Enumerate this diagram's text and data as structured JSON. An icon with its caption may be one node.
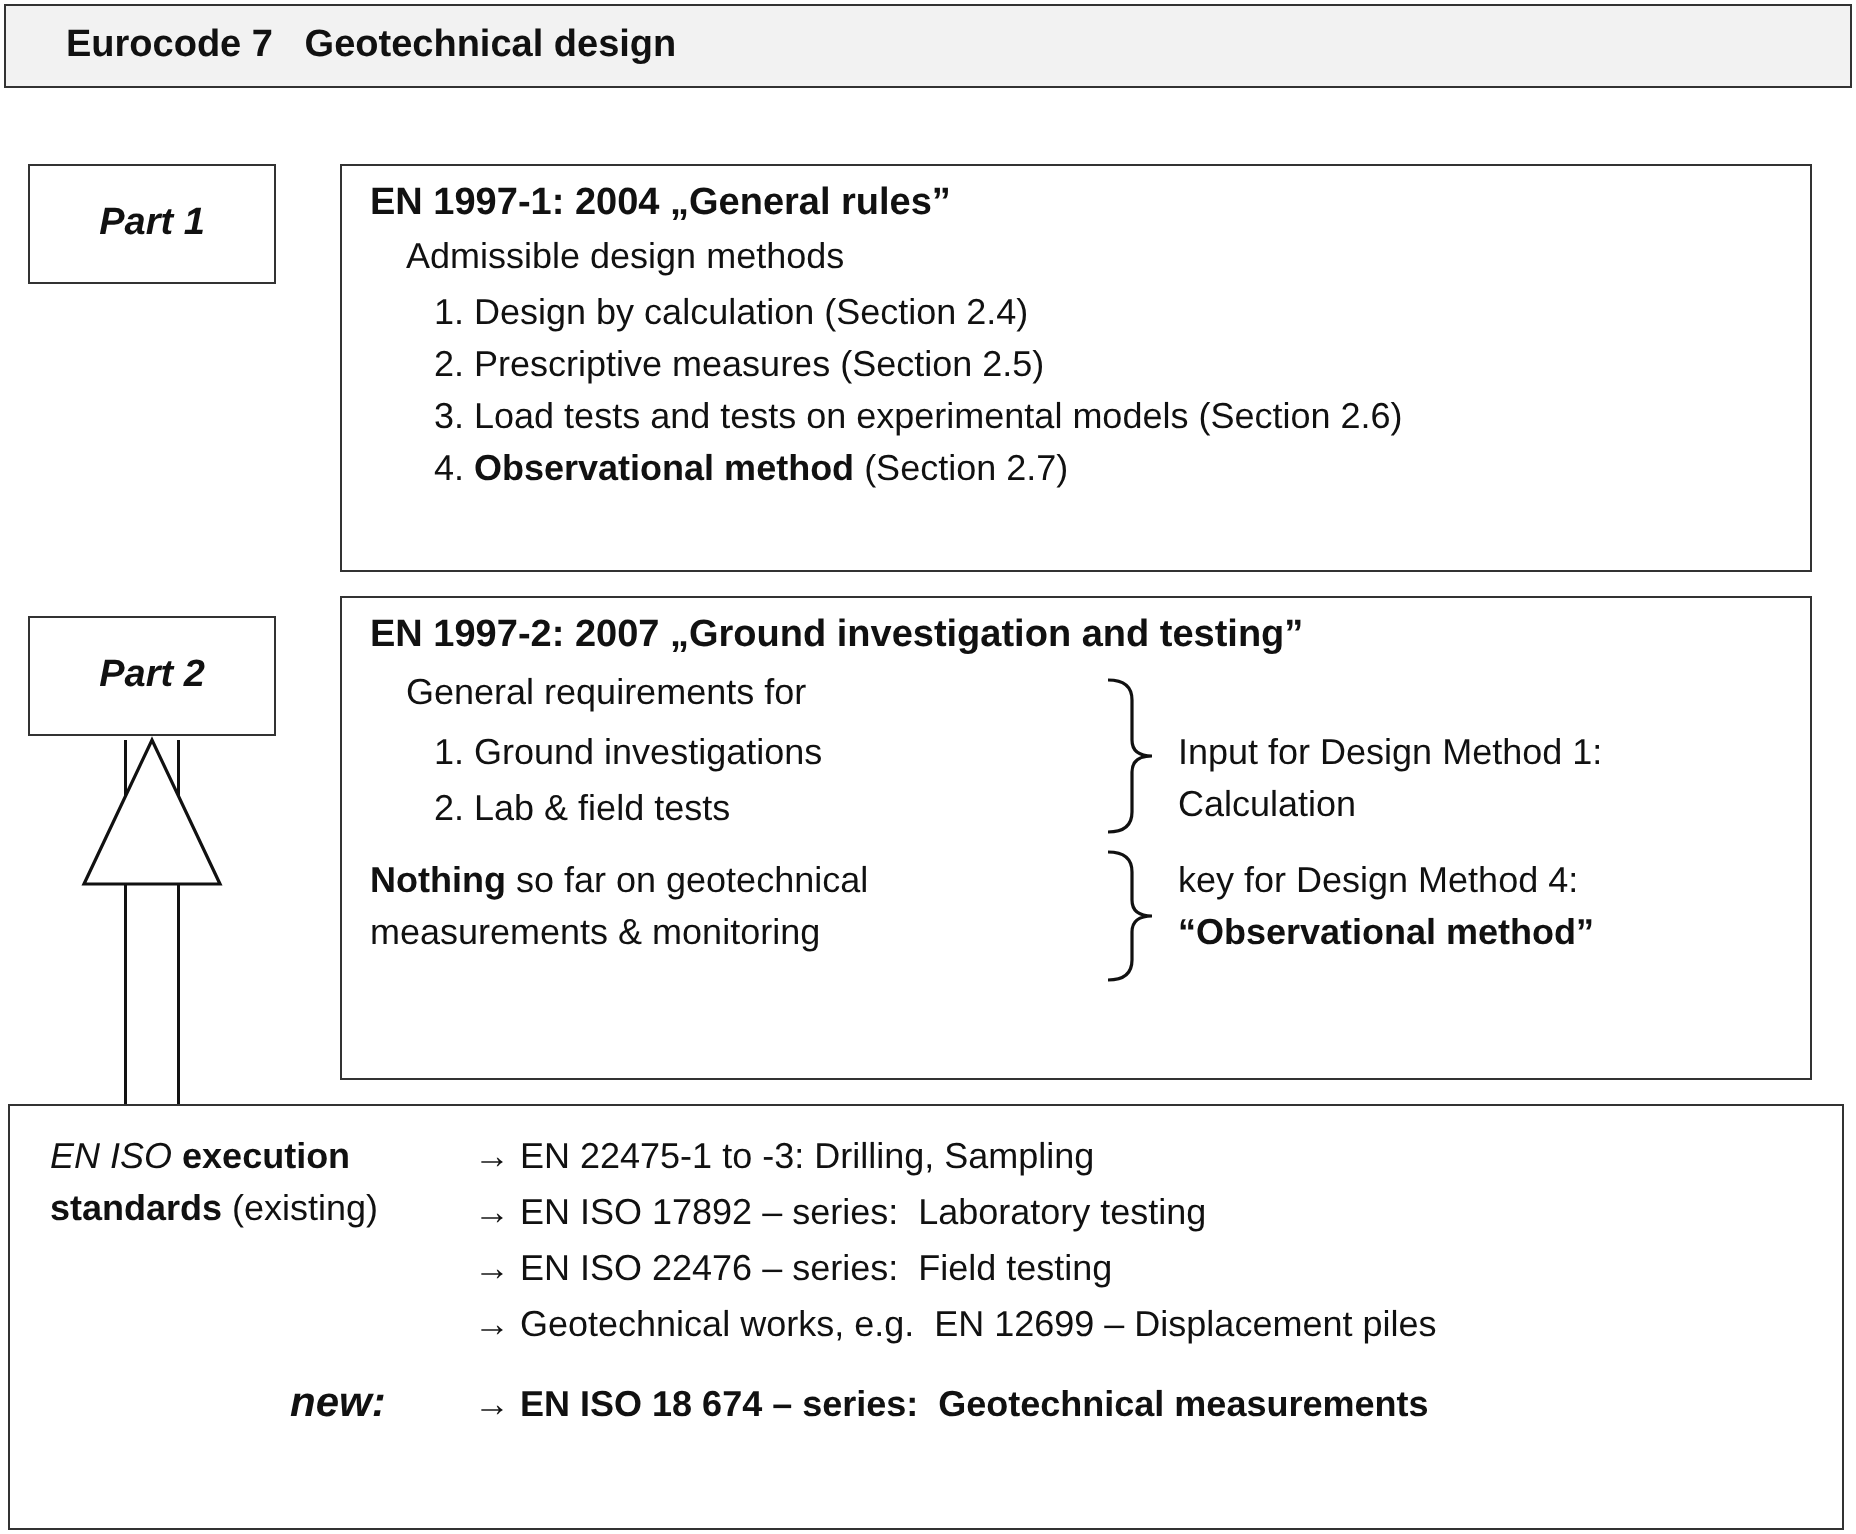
{
  "diagram": {
    "nodes": [
      {
        "text": [
          "Eurocode 7   Geotechnical design"
        ]
      },
      {
        "text": [
          "Part 1"
        ]
      },
      {
        "text": [
          "EN 1997-1: 2004 „General rules”",
          "Admissible design methods",
          "1. Design by calculation (Section 2.4)",
          "2. Prescriptive measures (Section 2.5)",
          "3. Load tests and tests on experimental models (Section 2.6)",
          "4. **Observational method** (Section 2.7)"
        ]
      },
      {
        "text": [
          "Part 2"
        ]
      },
      {
        "text": [
          "EN 1997-2: 2007 „Ground investigation and testing”",
          "General requirements for",
          "1. Ground investigations",
          "2. Lab & field tests",
          "Input for Design Method 1: Calculation",
          "**Nothing** so far on geotechnical measurements & monitoring",
          "key for Design Method 4: **“Observational method”**"
        ]
      },
      {
        "text": [
          "*EN ISO* **execution standards** (existing)",
          "→ EN 22475-1 to -3: Drilling, Sampling",
          "→ EN ISO 17892 – series:  Laboratory testing",
          "→ EN ISO 22476 – series:  Field testing",
          "→ Geotechnical works, e.g.  EN 12699 – Displacement piles",
          "new:",
          "→ **EN ISO 18 674 – series:  Geotechnical measurements**"
        ]
      }
    ],
    "edges": [
      {
        "from": 5,
        "to": 3,
        "arrow": "to"
      }
    ]
  }
}
